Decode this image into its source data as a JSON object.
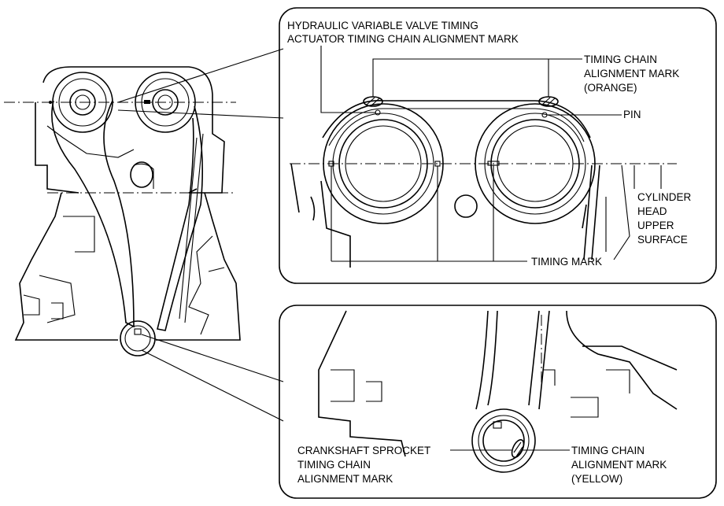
{
  "labels": {
    "vvt_mark_line1": "HYDRAULIC VARIABLE VALVE TIMING",
    "vvt_mark_line2": "ACTUATOR TIMING CHAIN ALIGNMENT MARK",
    "chain_mark_line1": "TIMING CHAIN",
    "chain_mark_line2": "ALIGNMENT MARK",
    "chain_mark_line3": "(ORANGE)",
    "pin": "PIN",
    "cyl_line1": "CYLINDER",
    "cyl_line2": "HEAD",
    "cyl_line3": "UPPER",
    "cyl_line4": "SURFACE",
    "timing_mark": "TIMING MARK",
    "crank_line1": "CRANKSHAFT SPROCKET",
    "crank_line2": "TIMING CHAIN",
    "crank_line3": "ALIGNMENT MARK",
    "yellow_line1": "TIMING CHAIN",
    "yellow_line2": "ALIGNMENT MARK",
    "yellow_line3": "(YELLOW)"
  },
  "colors": {
    "ink": "#000000",
    "background": "#ffffff"
  }
}
